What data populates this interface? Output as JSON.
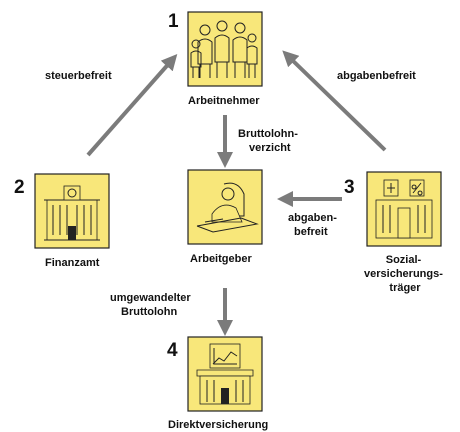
{
  "nodes": {
    "arbeitnehmer": {
      "number": "1",
      "label": "Arbeitnehmer"
    },
    "finanzamt": {
      "number": "2",
      "label": "Finanzamt"
    },
    "sozialversicherung": {
      "number": "3",
      "label": [
        "Sozial-",
        "versicherungs-",
        "träger"
      ]
    },
    "direktversicherung": {
      "number": "4",
      "label": "Direktversicherung"
    },
    "arbeitgeber": {
      "label": "Arbeitgeber"
    }
  },
  "edges": {
    "steuerbefreit": "steuerbefreit",
    "abgabenbefreit_top": "abgabenbefreit",
    "bruttolohnverzicht": [
      "Bruttolohn-",
      "verzicht"
    ],
    "abgabenbefreit_mid": [
      "abgaben-",
      "befreit"
    ],
    "umgewandelter": [
      "umgewandelter",
      "Bruttolohn"
    ]
  },
  "colors": {
    "tile": "#f8e77a",
    "arrow": "#7b7b7b",
    "ink": "#222222"
  }
}
